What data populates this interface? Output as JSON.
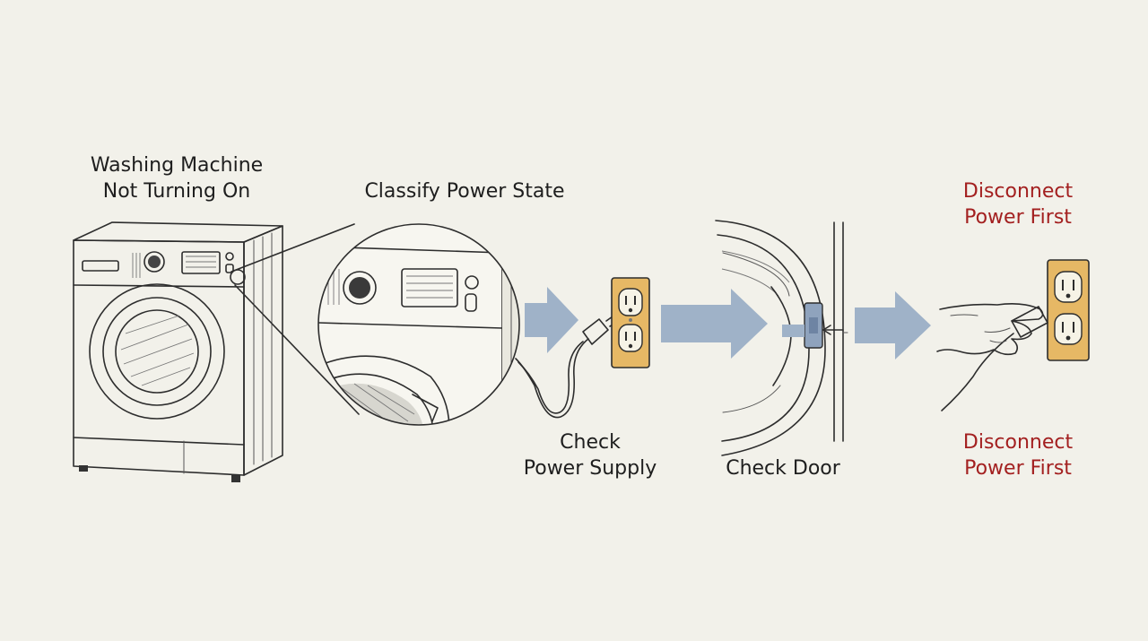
{
  "diagram": {
    "title_line1": "Washing Machine",
    "title_line2": "Not Turning On",
    "classify_label": "Classify Power State",
    "check_power_line1": "Check",
    "check_power_line2": "Power Supply",
    "check_door_label": "Check Door",
    "disconnect_top_line1": "Disconnect",
    "disconnect_top_line2": "Power First",
    "disconnect_bottom_line1": "Disconnect",
    "disconnect_bottom_line2": "Power First"
  },
  "colors": {
    "background": "#f2f1ea",
    "arrow": "#9fb2c8",
    "outlet": "#e6b865",
    "warning_text": "#a32020",
    "ink": "#2d2d2d"
  },
  "icons": [
    "washing-machine-icon",
    "magnifier-detail-icon",
    "power-outlet-icon",
    "plug-icon",
    "door-latch-icon",
    "hand-unplugging-icon",
    "flow-arrow-icon"
  ]
}
